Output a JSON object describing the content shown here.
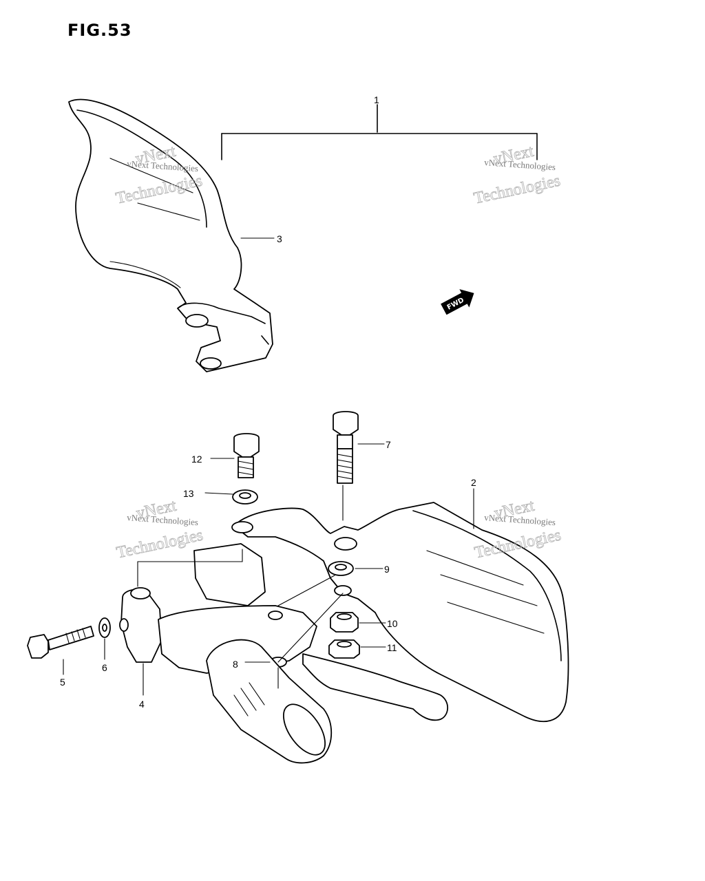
{
  "figure": {
    "title": "FIG.53"
  },
  "direction_arrow": {
    "label": "FWD"
  },
  "watermark": {
    "line1": "vNext",
    "line2": "Technologies",
    "line_small": "vNext Technologies"
  },
  "callouts": [
    "1",
    "2",
    "3",
    "4",
    "5",
    "6",
    "7",
    "8",
    "9",
    "10",
    "11",
    "12",
    "13"
  ]
}
